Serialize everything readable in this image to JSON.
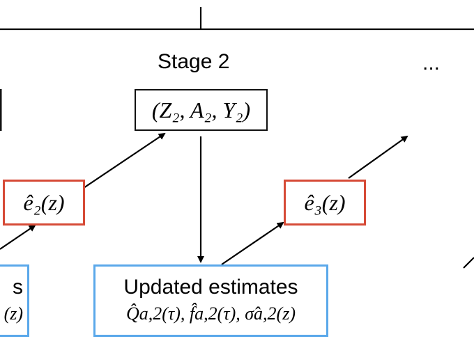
{
  "stage": {
    "title": "Stage 2",
    "ellipsis": "..."
  },
  "observed_box": {
    "text": "(Z₂, A₂, Y₂)"
  },
  "propensity_stage2": {
    "text": "ê₂(z)"
  },
  "propensity_stage3": {
    "text": "ê₃(z)"
  },
  "updated_box": {
    "heading": "Updated estimates",
    "formula": "Q̂a,2(τ), f̂a,2(τ), σ̂a,2(z)"
  },
  "left_partial_box": {
    "line1": "s",
    "line2": "(z)"
  },
  "colors": {
    "line": "#000000",
    "red_box": "#d64a36",
    "blue_box": "#5aa8ea"
  }
}
